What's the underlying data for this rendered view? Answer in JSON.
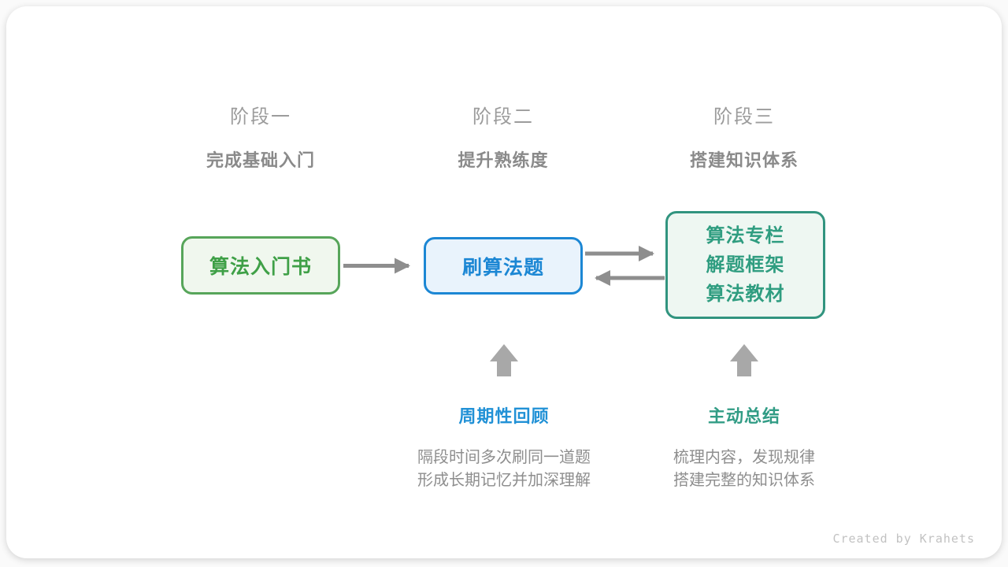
{
  "page": {
    "credit": "Created by Krahets",
    "background": "#fafafa",
    "card_background": "#ffffff"
  },
  "stages": [
    {
      "label": "阶段一",
      "subtitle": "完成基础入门"
    },
    {
      "label": "阶段二",
      "subtitle": "提升熟练度"
    },
    {
      "label": "阶段三",
      "subtitle": "搭建知识体系"
    }
  ],
  "nodes": {
    "intro_book": {
      "label": "算法入门书",
      "accent": "#57a55a",
      "fill": "#f0f7ee"
    },
    "practice": {
      "label": "刷算法题",
      "accent": "#1c87d4",
      "fill": "#e9f3fc"
    },
    "knowledge": {
      "items": [
        "算法专栏",
        "解题框架",
        "算法教材"
      ],
      "accent": "#31947f",
      "fill": "#eef7f2"
    }
  },
  "annotations": [
    {
      "title": "周期性回顾",
      "color": "#2191d6",
      "lines": [
        "隔段时间多次刷同一道题",
        "形成长期记忆并加深理解"
      ]
    },
    {
      "title": "主动总结",
      "color": "#319c85",
      "lines": [
        "梳理内容，发现规律",
        "搭建完整的知识体系"
      ]
    }
  ],
  "arrows": {
    "horizontal_color": "#8e8e8e",
    "up_color": "#a8a8a8"
  }
}
